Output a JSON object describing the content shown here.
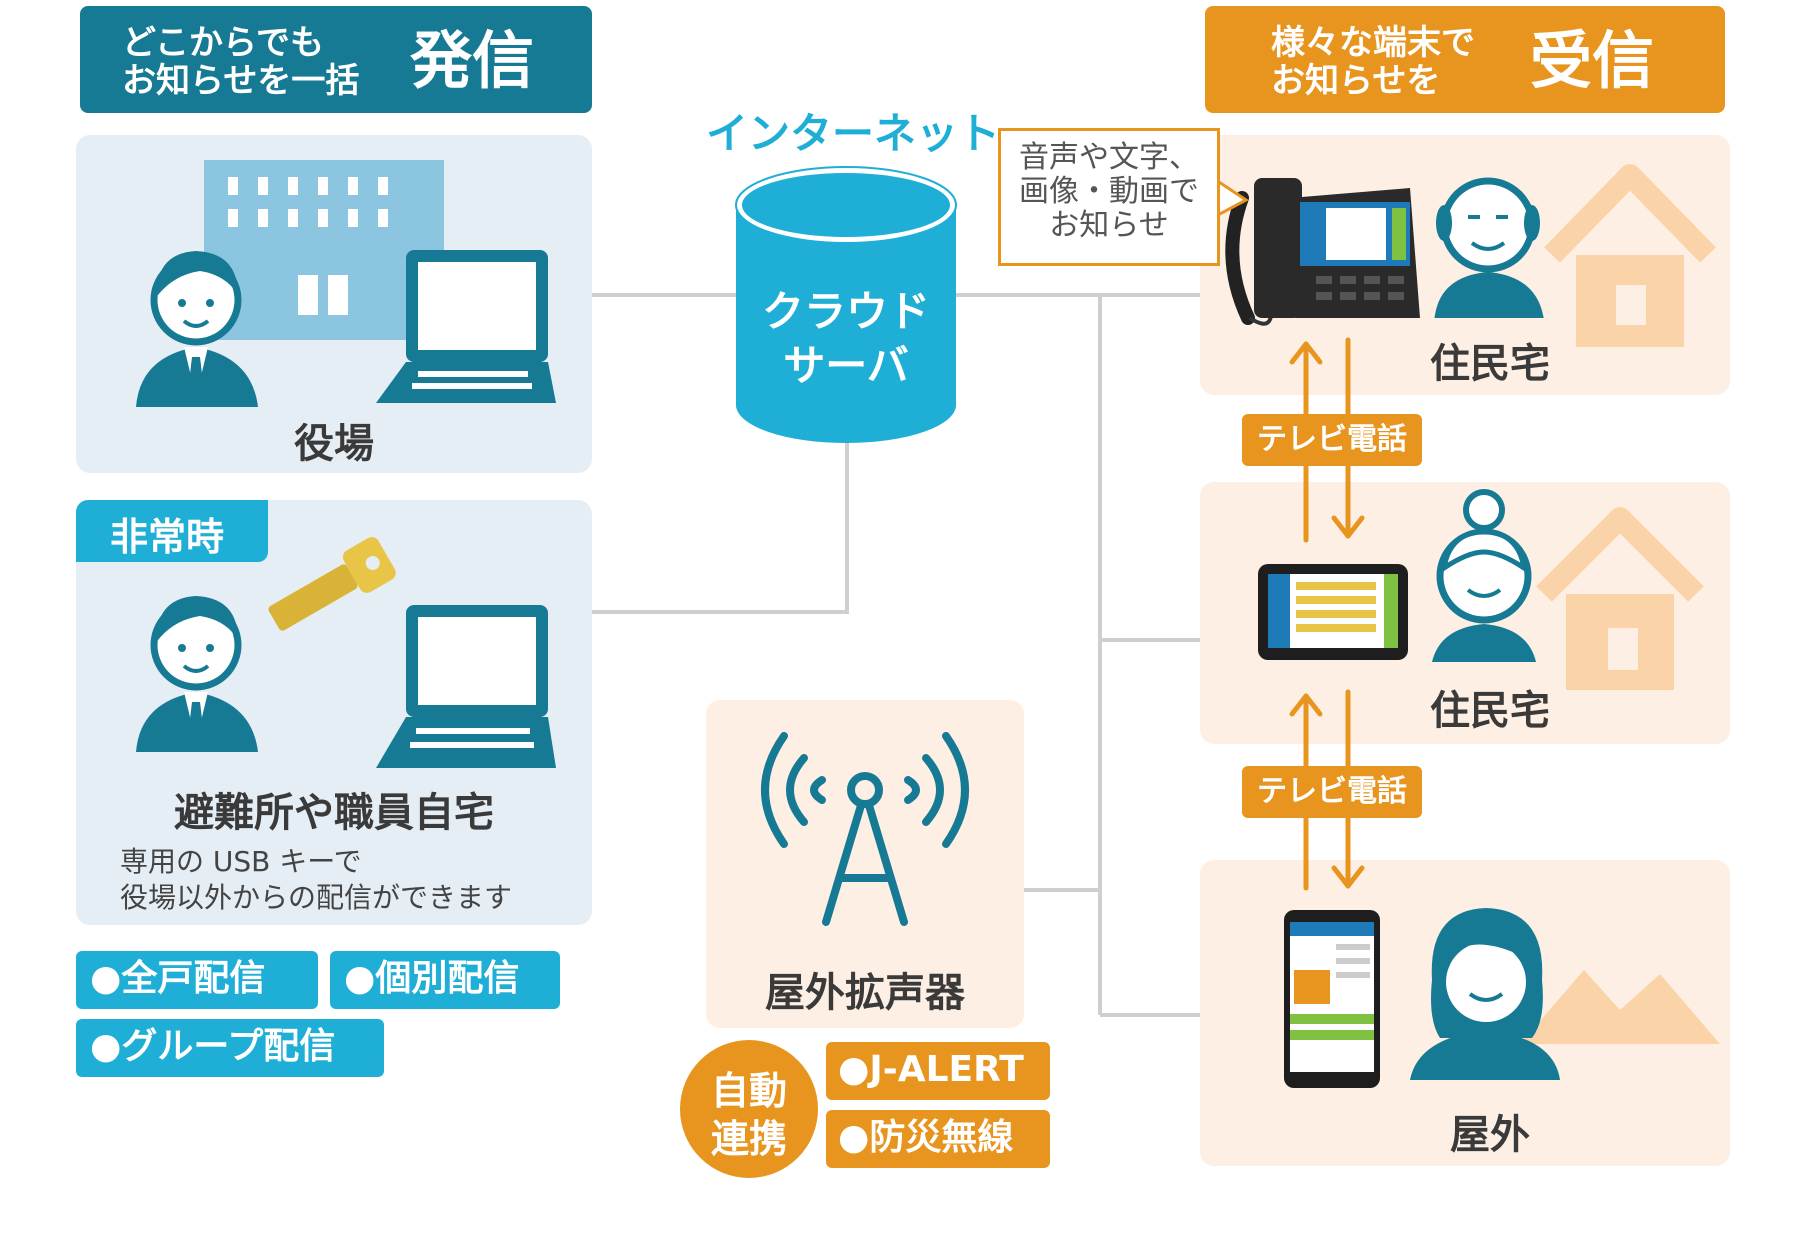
{
  "send_header": {
    "sub": "どこからでも\nお知らせを一括",
    "main": "発信"
  },
  "receive_header": {
    "sub": "様々な端末で\nお知らせを",
    "main": "受信"
  },
  "internet_label": "インターネット",
  "cloud_server": {
    "line1": "クラウド",
    "line2": "サーバ"
  },
  "office": {
    "label": "役場"
  },
  "emergency": {
    "tab": "非常時",
    "label": "避難所や職員自宅",
    "note_line1": "専用の USB キーで",
    "note_line2": "役場以外からの配信ができます"
  },
  "delivery_tags": [
    "●全戸配信",
    "●個別配信",
    "●グループ配信"
  ],
  "speaker": {
    "label": "屋外拡声器"
  },
  "auto_link": {
    "badge_line1": "自動",
    "badge_line2": "連携",
    "tags": [
      "●J-ALERT",
      "●防災無線"
    ]
  },
  "bubble_text": "音声や文字、\n画像・動画で\nお知らせ",
  "residence1": {
    "label": "住民宅"
  },
  "residence2": {
    "label": "住民宅"
  },
  "outdoor": {
    "label": "屋外"
  },
  "video_call_1": "テレビ電話",
  "video_call_2": "テレビ電話",
  "colors": {
    "teal": "#177a94",
    "cyan": "#1faed6",
    "orange": "#e8951f",
    "panel_blue": "#e6eef5",
    "panel_peach": "#fdefe3"
  }
}
